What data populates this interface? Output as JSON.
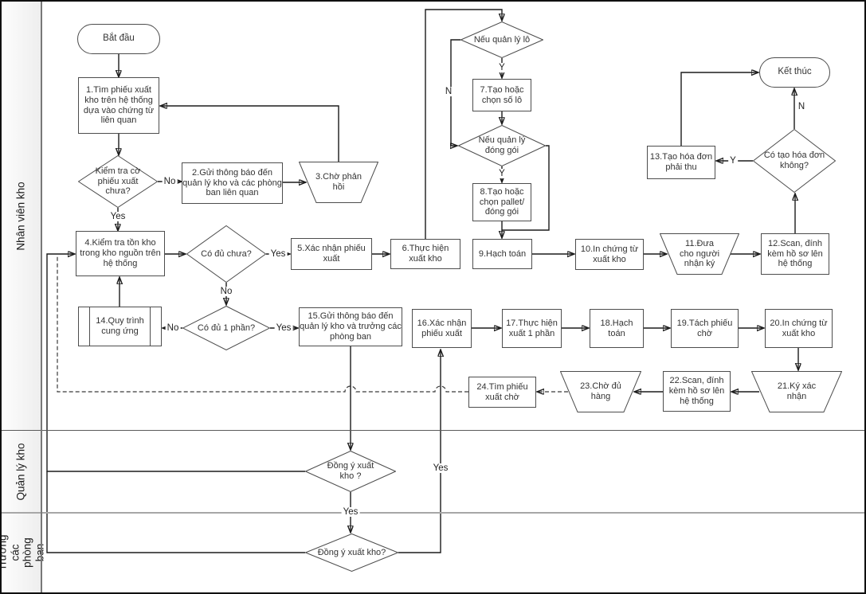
{
  "lanes": [
    {
      "label": "Nhân viên kho"
    },
    {
      "label": "Quản lý kho"
    },
    {
      "label": "Trưởng các phòng ban"
    }
  ],
  "nodes": {
    "start": "Bắt đầu",
    "s1": "1.Tìm phiếu xuất kho trên hệ thống dựa vào chứng từ liên quan",
    "d_flag": "Kiểm tra cờ phiếu xuất chưa?",
    "s2": "2.Gửi thông báo đến quản lý kho và các phòng ban liên quan",
    "s3": "3.Chờ phản hồi",
    "s4": "4.Kiểm tra tồn kho trong kho nguồn trên hệ thống",
    "d_enough": "Có đủ chưa?",
    "s5": "5.Xác nhận phiếu xuất",
    "s6": "6.Thực hiện xuất kho",
    "d_lot": "Nếu quản lý lô",
    "s7": "7.Tạo hoặc chọn số lô",
    "d_pack": "Nếu quản lý đóng gói",
    "s8": "8.Tạo hoặc chọn pallet/ đóng gói",
    "s9": "9.Hạch toán",
    "s10": "10.In chứng từ xuất kho",
    "s11": "11.Đưa cho người nhận ký",
    "s12": "12.Scan, đính kèm hồ sơ lên hệ thống",
    "d_invoice": "Có tạo hóa đơn không?",
    "s13": "13.Tạo hóa đơn phải thu",
    "end": "Kết thúc",
    "s14": "14.Quy trình cung ứng",
    "d_part": "Có đủ 1 phần?",
    "s15": "15.Gửi thông báo đến quản lý kho và trưởng các phòng ban",
    "s16": "16.Xác nhận phiếu xuất",
    "s17": "17.Thực hiện xuất 1 phần",
    "s18": "18.Hạch toán",
    "s19": "19.Tách phiếu chờ",
    "s20": "20.In chứng từ xuất kho",
    "s21": "21.Ký xác nhận",
    "s22": "22.Scan, đính kèm hồ sơ lên hệ thống",
    "s23": "23.Chờ đủ hàng",
    "s24": "24.Tìm phiếu xuất chờ",
    "d_mgr": "Đồng ý xuất kho ?",
    "d_heads": "Đồng ý xuất kho?"
  },
  "labels": {
    "yes": "Yes",
    "no": "No",
    "y": "Y",
    "n": "N"
  },
  "colors": {
    "line": "#1b1b1b",
    "shape_border": "#4d4d4d",
    "lane_bg": "#f2f2f2"
  }
}
